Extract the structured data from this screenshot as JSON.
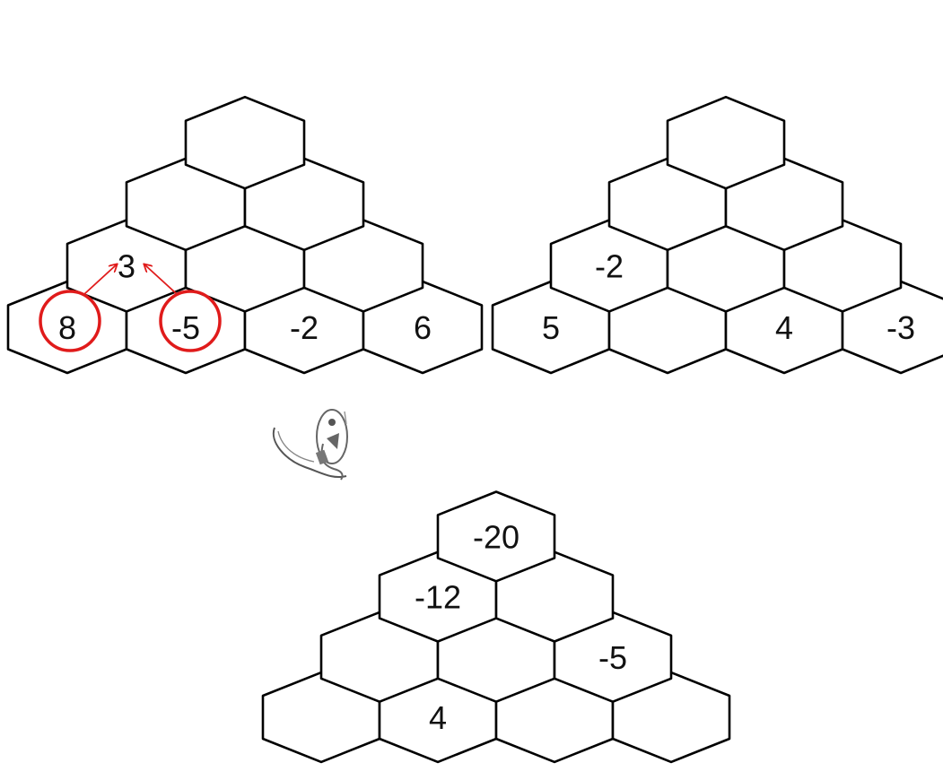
{
  "pyramids": [
    {
      "name": "pyramid-1",
      "rows": [
        [
          "",
          "",
          "",
          ""
        ],
        [
          "3",
          "",
          ""
        ],
        [
          "",
          ""
        ],
        [
          ""
        ]
      ],
      "highlighted_bottom": [
        0,
        1
      ]
    },
    {
      "name": "pyramid-2",
      "rows": [
        [
          "5",
          "",
          "4",
          "-3"
        ],
        [
          "-2",
          "",
          ""
        ],
        [
          "",
          ""
        ],
        [
          ""
        ]
      ],
      "highlighted_bottom": []
    },
    {
      "name": "pyramid-3",
      "rows": [
        [
          "",
          "4",
          "",
          ""
        ],
        [
          "",
          "",
          "-5"
        ],
        [
          "-12",
          ""
        ],
        [
          "-20"
        ]
      ],
      "highlighted_bottom": []
    }
  ],
  "example_bottom_row": [
    "8",
    "-5",
    "-2",
    "6"
  ],
  "colors": {
    "stroke": "#000000",
    "highlight": "#e01b1b",
    "text": "#111111"
  },
  "decoration": "cartoon-mascot-icon"
}
